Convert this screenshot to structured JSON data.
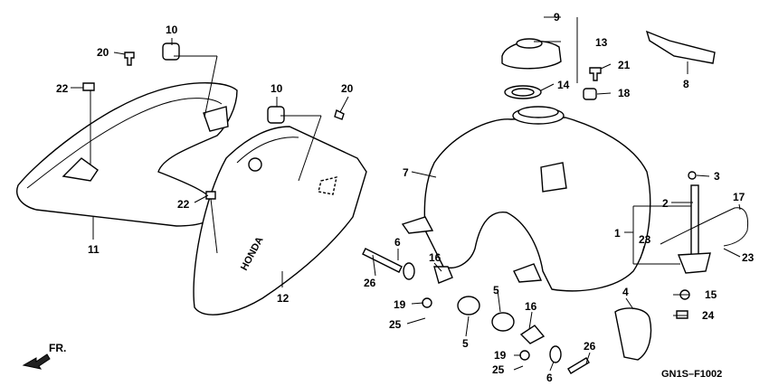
{
  "diagram": {
    "code": "GN1S–F1002",
    "direction_label": "FR.",
    "callouts": {
      "c1": "1",
      "c2": "2",
      "c3": "3",
      "c4": "4",
      "c5a": "5",
      "c5b": "5",
      "c6a": "6",
      "c6b": "6",
      "c7": "7",
      "c8": "8",
      "c9": "9",
      "c10a": "10",
      "c10b": "10",
      "c11": "11",
      "c12": "12",
      "c13": "13",
      "c14": "14",
      "c15": "15",
      "c16a": "16",
      "c16b": "16",
      "c17": "17",
      "c18": "18",
      "c19a": "19",
      "c19b": "19",
      "c20a": "20",
      "c20b": "20",
      "c21": "21",
      "c22a": "22",
      "c22b": "22",
      "c23a": "23",
      "c23b": "23",
      "c24": "24",
      "c25a": "25",
      "c25b": "25",
      "c26a": "26",
      "c26b": "26"
    }
  },
  "colors": {
    "line": "#000000",
    "background": "#ffffff"
  }
}
